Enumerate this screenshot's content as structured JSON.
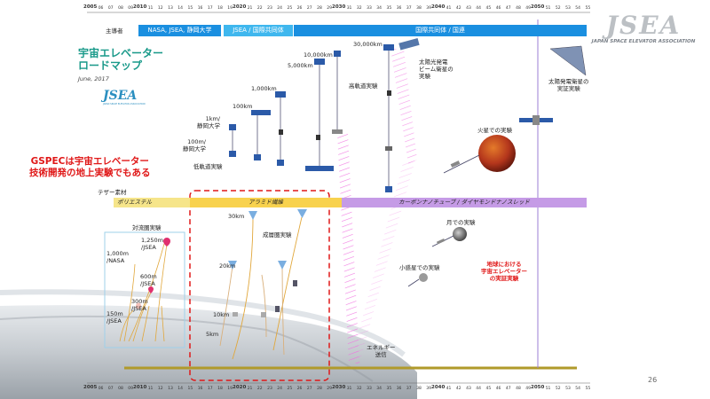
{
  "title": {
    "line1": "宇宙エレベーター",
    "line2": "ロードマップ",
    "date": "June, 2017"
  },
  "header_label": "主導者",
  "leader_bars": [
    "NASA, JSEA, 静岡大学",
    "JSEA / 国際共同体",
    "国際共同体 / 国連"
  ],
  "material_label": "テザー素材",
  "materials": [
    "ポリエステル",
    "アラミド繊維",
    "カーボンナノチューブ / ダイヤモンドナノスレッド"
  ],
  "gspec": {
    "line1": "GSPECは宇宙エレベーター",
    "line2": "技術開発の地上実験でもある"
  },
  "timeline": {
    "major": [
      "2005",
      "2010",
      "2020",
      "2030",
      "2040",
      "2050"
    ],
    "minor": [
      "06",
      "07",
      "08",
      "09",
      "11",
      "12",
      "13",
      "14",
      "15",
      "16",
      "17",
      "18",
      "19",
      "21",
      "22",
      "23",
      "24",
      "25",
      "26",
      "27",
      "28",
      "29",
      "31",
      "32",
      "33",
      "34",
      "35",
      "36",
      "37",
      "38",
      "39",
      "41",
      "42",
      "43",
      "44",
      "45",
      "46",
      "47",
      "48",
      "49",
      "51",
      "52",
      "53",
      "54",
      "55"
    ]
  },
  "labels": {
    "balloon_exp": "対流圏実験",
    "strat_exp": "成層圏実験",
    "leo_exp": "低軌道実験",
    "heo_exp": "高軌道実験",
    "solar_sat": "太陽光発電\nビーム衛星の\n実験",
    "solar_power": "太陽発電衛星の\n実証実験",
    "mars_exp": "火星での実験",
    "moon_exp": "月での実験",
    "asteroid_exp": "小惑星での実験",
    "earth_exp": "地球における\n宇宙エレベーター\nの実証実験",
    "energy": "エネルギー\n送信",
    "alt_1250": "1,250m\n/JSEA",
    "alt_1000": "1,000m\n/NASA",
    "alt_600": "600m\n/JSEA",
    "alt_300": "300m\n/JSEA",
    "alt_150": "150m\n/JSEA",
    "alt_30km": "30km",
    "alt_20km": "20km",
    "alt_10km": "10km",
    "alt_5km": "5km",
    "alt_1km": "1km/\n静岡大学",
    "alt_100m": "100m/\n静岡大学",
    "alt_100km": "100km",
    "alt_1000km": "1,000km",
    "alt_5000km": "5,000km",
    "alt_10000km": "10,000km",
    "alt_30000km": "30,000km"
  },
  "page_number": "26",
  "logo": {
    "text": "JSEA",
    "subtitle": "JAPAN SPACE ELEVATOR ASSOCIATION"
  },
  "colors": {
    "bar_blue": "#19a0e6",
    "bar_darkblue": "#1478d2",
    "poly": "#f6e58a",
    "aramid": "#f8d24e",
    "cnt": "#c59be6",
    "title": "#1a9a8a",
    "red": "#e01818",
    "ground": "#b09a2a",
    "dashed": "#e01818"
  }
}
